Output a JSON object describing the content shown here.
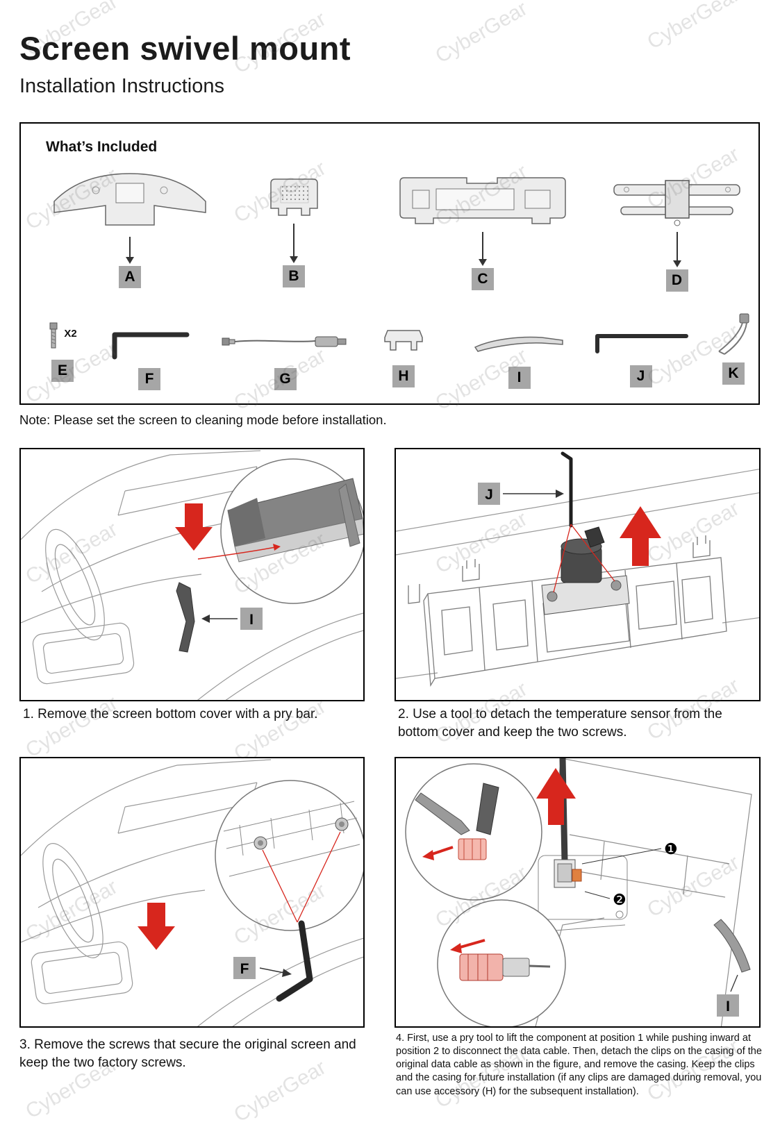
{
  "title": "Screen swivel mount",
  "subtitle": "Installation Instructions",
  "watermark": "CyberGear",
  "colors": {
    "accent_red": "#d7261d",
    "label_gray": "#a6a6a6"
  },
  "included": {
    "heading": "What’s Included",
    "parts_top": [
      {
        "label": "A"
      },
      {
        "label": "B"
      },
      {
        "label": "C"
      },
      {
        "label": "D"
      }
    ],
    "parts_bottom": [
      {
        "label": "E",
        "qty": "X2"
      },
      {
        "label": "F"
      },
      {
        "label": "G"
      },
      {
        "label": "H"
      },
      {
        "label": "I"
      },
      {
        "label": "J"
      },
      {
        "label": "K"
      }
    ]
  },
  "note": "Note: Please set the screen to cleaning mode before installation.",
  "steps": [
    {
      "caption": "1. Remove the screen bottom cover with a pry bar.",
      "tool_label": "I"
    },
    {
      "caption": "2. Use a tool to detach the temperature sensor from the bottom cover and keep the two screws.",
      "tool_label": "J"
    },
    {
      "caption": "3. Remove the screws that secure the original screen and keep the two factory screws.",
      "tool_label": "F"
    },
    {
      "caption": "4. First, use a pry tool to lift the component at position 1 while pushing inward at position 2 to disconnect the data cable. Then, detach the clips on the casing of the original data cable as shown in the figure, and remove the casing. Keep the clips and the casing for future installation (if any clips are damaged during removal, you can use accessory (H) for the subsequent installation).",
      "tool_label": "I",
      "markers": [
        "❶",
        "❷"
      ]
    }
  ]
}
